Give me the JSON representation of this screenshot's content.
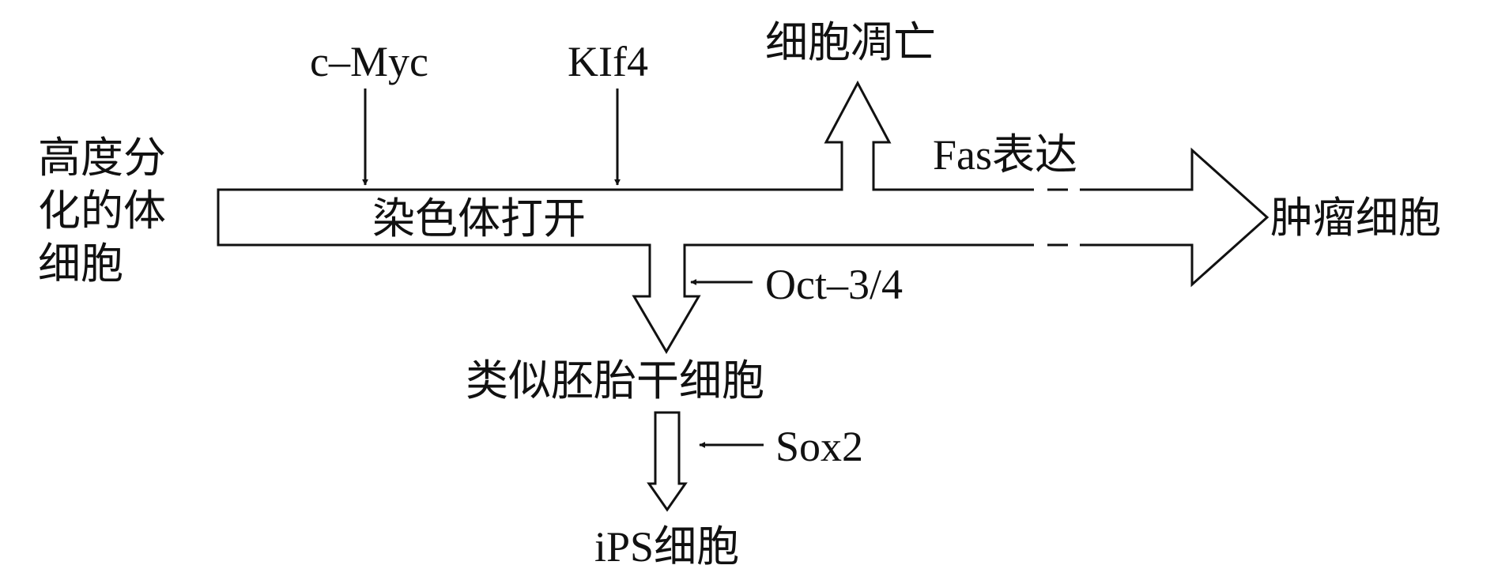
{
  "labels": {
    "start_cell_line1": "高度分",
    "start_cell_line2": "化的体",
    "start_cell_line3": "细胞",
    "c_myc": "c–Myc",
    "klf4": "KIf4",
    "chromosome_open": "染色体打开",
    "apoptosis": "细胞凋亡",
    "fas_expression": "Fas表达",
    "tumor_cell": "肿瘤细胞",
    "oct": "Oct–3/4",
    "embryonic_like": "类似胚胎干细胞",
    "sox2": "Sox2",
    "ips_cell": "iPS细胞"
  }
}
